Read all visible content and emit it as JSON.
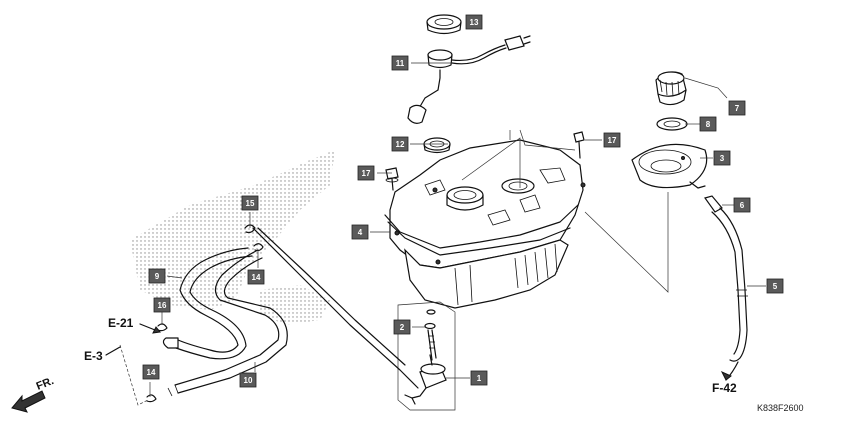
{
  "callouts": {
    "c1": "1",
    "c2": "2",
    "c3": "3",
    "c4": "4",
    "c5": "5",
    "c6": "6",
    "c7": "7",
    "c8": "8",
    "c9": "9",
    "c10": "10",
    "c11": "11",
    "c12": "12",
    "c13": "13",
    "c14a": "14",
    "c14b": "14",
    "c15": "15",
    "c16": "16",
    "c17a": "17",
    "c17b": "17"
  },
  "references": {
    "e21": "E-21",
    "e3": "E-3",
    "f42": "F-42",
    "fr": "FR."
  },
  "diagram_code": "K838F2600",
  "colors": {
    "callout_fill": "#5a5a5a",
    "line": "#111111",
    "stipple": "#9a9a9a"
  }
}
